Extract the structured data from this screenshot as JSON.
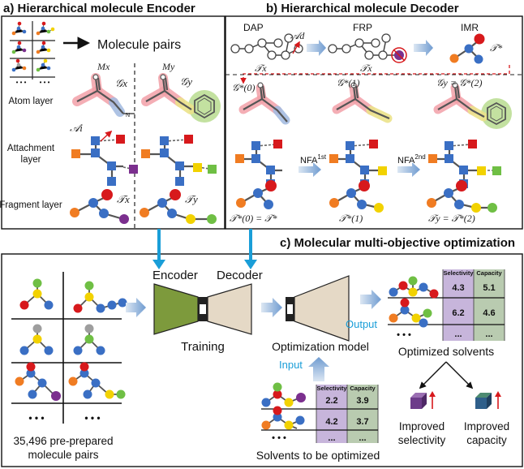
{
  "panels": {
    "a_title": "a) Hierarchical molecule Encoder",
    "b_title": "b) Hierarchical molecule Decoder",
    "c_title": "c) Molecular multi-objective optimization"
  },
  "encoder": {
    "molecule_pairs": "Molecule pairs",
    "col_x": "Mx",
    "col_y": "My",
    "dots": "• • •",
    "rows": [
      "Atom layer",
      "Attachment layer",
      "Fragment layer"
    ],
    "attachment_row_lines": [
      "Attachment",
      "layer"
    ],
    "graph_x": "𝒢x",
    "graph_y": "𝒢y",
    "attach_label": "𝒜i",
    "tree_x": "𝒯x",
    "tree_y": "𝒯y"
  },
  "decoder": {
    "steps": [
      "DAP",
      "FRP",
      "IMR"
    ],
    "attach_d": "𝒜d",
    "tree_x": "𝒯x",
    "tree_star": "𝒯*",
    "g0": "𝒢*(0)",
    "g1": "𝒢*(1)",
    "g2": "𝒢y = 𝒢*(2)",
    "nfa1": "NFA",
    "nfa1_sup": "1st",
    "nfa2": "NFA",
    "nfa2_sup": "2nd",
    "t0": "𝒯*(0) = 𝒯*",
    "t1": "𝒯*(1)",
    "t2": "𝒯y = 𝒯*(2)"
  },
  "optimization": {
    "encoder_label": "Encoder",
    "decoder_label": "Decoder",
    "training_label": "Training",
    "model_label": "Optimization model",
    "input_label": "Input",
    "output_label": "Output",
    "pairs_count": "35,496 pre-prepared",
    "pairs_line2": "molecule pairs",
    "dots": "• • •",
    "optimized_label": "Optimized solvents",
    "to_optimize_label": "Solvents to be optimized",
    "improved_sel_1": "Improved",
    "improved_sel_2": "selectivity",
    "improved_cap_1": "Improved",
    "improved_cap_2": "capacity",
    "output_table": {
      "headers": [
        "Selectivity",
        "Capacity"
      ],
      "rows": [
        [
          "4.3",
          "5.1"
        ],
        [
          "6.2",
          "4.6"
        ],
        [
          "...",
          "..."
        ]
      ]
    },
    "input_table": {
      "headers": [
        "Selectivity",
        "Capacity"
      ],
      "rows": [
        [
          "2.2",
          "3.9"
        ],
        [
          "4.2",
          "3.7"
        ],
        [
          "...",
          "..."
        ]
      ]
    }
  },
  "colors": {
    "red": "#d7191c",
    "blue": "#3a6fc4",
    "orange": "#f07c22",
    "yellow": "#f2d200",
    "green": "#6fbf44",
    "purple": "#7b2f8e",
    "gray": "#9e9e9e",
    "arrow_blue": "#1a9ed8",
    "selectivity_col": "#c7b5db",
    "capacity_col": "#b9cbb0",
    "encoder_trap": "#7d9a3c",
    "decoder_trap": "#e5d9c6",
    "text_cyan": "#1a9ed8"
  }
}
